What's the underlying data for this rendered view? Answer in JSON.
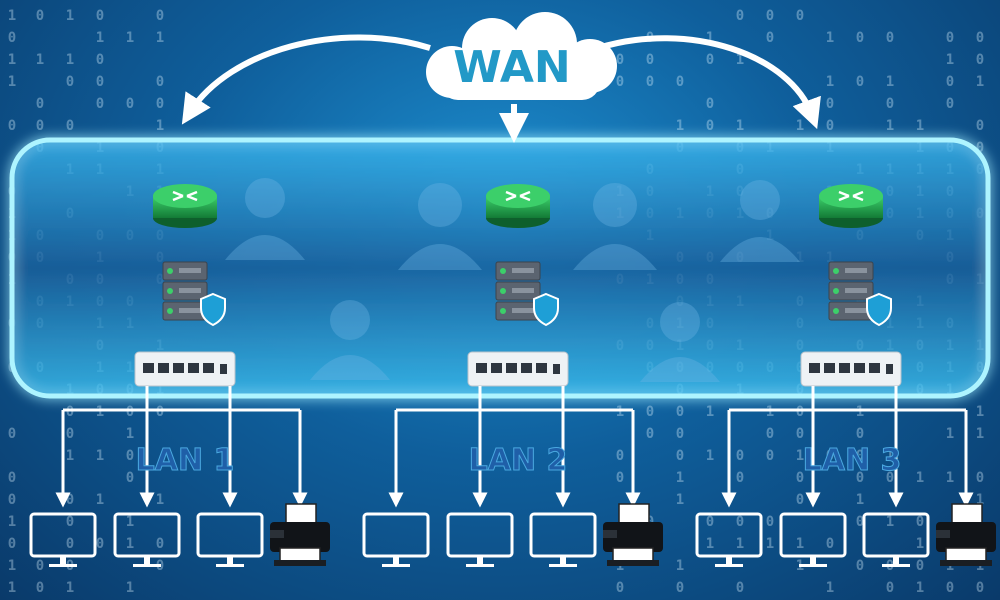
{
  "wan": {
    "label": "WAN"
  },
  "lans": [
    {
      "label": "LAN 1"
    },
    {
      "label": "LAN 2"
    },
    {
      "label": "LAN 3"
    }
  ],
  "colors": {
    "accent": "#2fd3ff",
    "panel_glow": "#9ff2ff",
    "wan_text": "#2299c7",
    "lan_text": "#1f5fa8",
    "router": "#1f9b4a",
    "server": "#5b6470",
    "shield": "#1e9fd6"
  },
  "icons": {
    "cloud": "cloud-icon",
    "router": "router-icon",
    "server": "server-icon",
    "switch": "network-switch-icon",
    "monitor": "monitor-icon",
    "printer": "printer-icon"
  }
}
